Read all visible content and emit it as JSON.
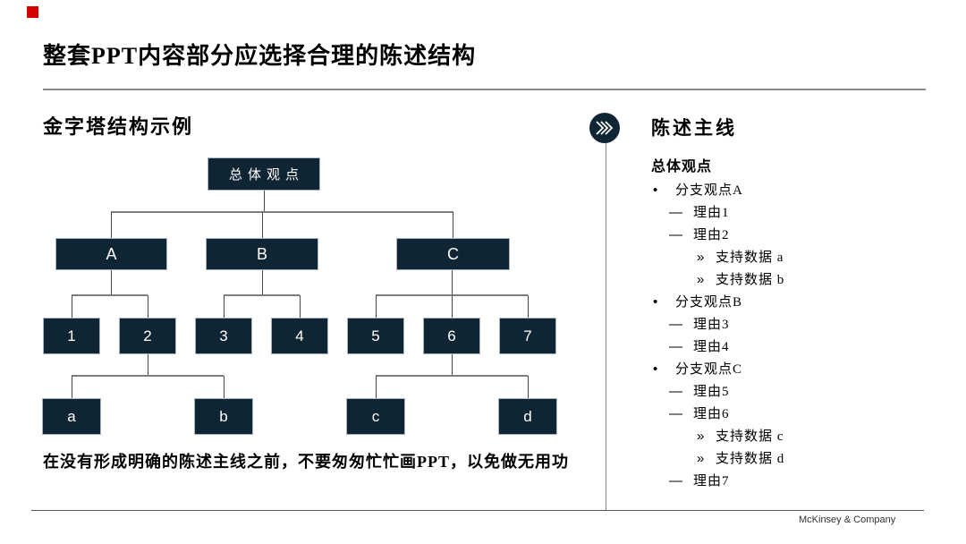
{
  "slide": {
    "title": "整套PPT内容部分应选择合理的陈述结构",
    "footer": "McKinsey & Company",
    "accent_color": "#d40000",
    "node_fill_color": "#0f2533",
    "connector_color": "#7d7d7d"
  },
  "left": {
    "heading": "金字塔结构示例",
    "caption": "在没有形成明确的陈述主线之前，不要匆匆忙忙画PPT，以免做无用功",
    "pyramid": {
      "top": "总体观点",
      "level2": [
        "A",
        "B",
        "C"
      ],
      "level3": [
        "1",
        "2",
        "3",
        "4",
        "5",
        "6",
        "7"
      ],
      "level4": [
        "a",
        "b",
        "c",
        "d"
      ]
    }
  },
  "right": {
    "icon": "triple-chevron-right",
    "heading": "陈述主线",
    "subheading": "总体观点",
    "items": [
      {
        "marker": "•",
        "text": "分支观点A"
      },
      {
        "marker": "—",
        "text": "理由1"
      },
      {
        "marker": "—",
        "text": "理由2"
      },
      {
        "marker": "»",
        "text": "支持数据 a"
      },
      {
        "marker": "»",
        "text": "支持数据 b"
      },
      {
        "marker": "•",
        "text": "分支观点B"
      },
      {
        "marker": "—",
        "text": "理由3"
      },
      {
        "marker": "—",
        "text": "理由4"
      },
      {
        "marker": "•",
        "text": "分支观点C"
      },
      {
        "marker": "—",
        "text": "理由5"
      },
      {
        "marker": "—",
        "text": "理由6"
      },
      {
        "marker": "»",
        "text": "支持数据 c"
      },
      {
        "marker": "»",
        "text": "支持数据 d"
      },
      {
        "marker": "—",
        "text": "理由7"
      }
    ]
  }
}
